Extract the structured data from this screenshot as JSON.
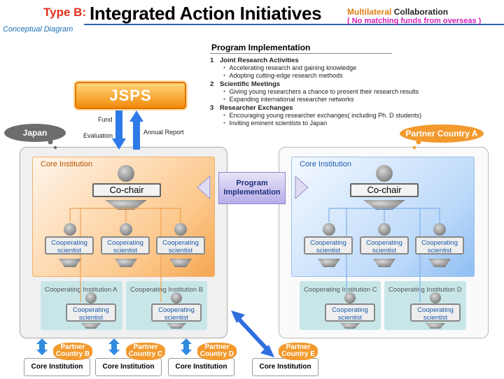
{
  "header": {
    "type_label": "Type B:",
    "title": "Integrated Action Initiatives",
    "subtitle": "Conceptual Diagram",
    "collab_part1": "Multilateral",
    "collab_part2": " Collaboration",
    "no_matching": "( No matching  funds from overseas )"
  },
  "program": {
    "heading": "Program Implementation",
    "sections": [
      {
        "num": "1",
        "title": "Joint Research Activities",
        "items": [
          "・ Accelerating research and gaining knowledge",
          "・ Adopting cutting-edge research methods"
        ]
      },
      {
        "num": "2",
        "title": "Scientific Meetings",
        "items": [
          "・ Giving young researchers  a chance to present their research results",
          "・ Expanding international researcher networks"
        ]
      },
      {
        "num": "3",
        "title": "Researcher Exchanges",
        "items": [
          "・ Encouraging young researcher exchanges( including Ph. D students)",
          "・ Inviting eminent scientists to Japan"
        ]
      }
    ]
  },
  "jsps": {
    "label": "JSPS",
    "fund": "Fund",
    "evaluation": "Evaluation",
    "annual_report": "Annual Report"
  },
  "clouds": {
    "japan": "Japan",
    "partner_a": "Partner Country A"
  },
  "core_institution_label": "Core Institution",
  "cochair_label": "Co-chair",
  "cooperating_scientist": [
    "Cooperating",
    "scientist"
  ],
  "program_implementation_box": [
    "Program",
    "Implementation"
  ],
  "coop_institutions": [
    "Cooperating  Institution  A",
    "Cooperating  Institution  B",
    "Cooperating  Institution  C",
    "Cooperating  Institution  D"
  ],
  "bottom": {
    "core_institution": "Core Institution",
    "partners": [
      [
        "Partner",
        "Country B"
      ],
      [
        "Partner",
        "Country C"
      ],
      [
        "Partner",
        "Country D"
      ],
      [
        "Partner",
        "Country E"
      ]
    ]
  },
  "colors": {
    "accent_orange": "#f28b0c",
    "arrow_blue": "#1f6fe0",
    "title_red": "#e0301e"
  }
}
